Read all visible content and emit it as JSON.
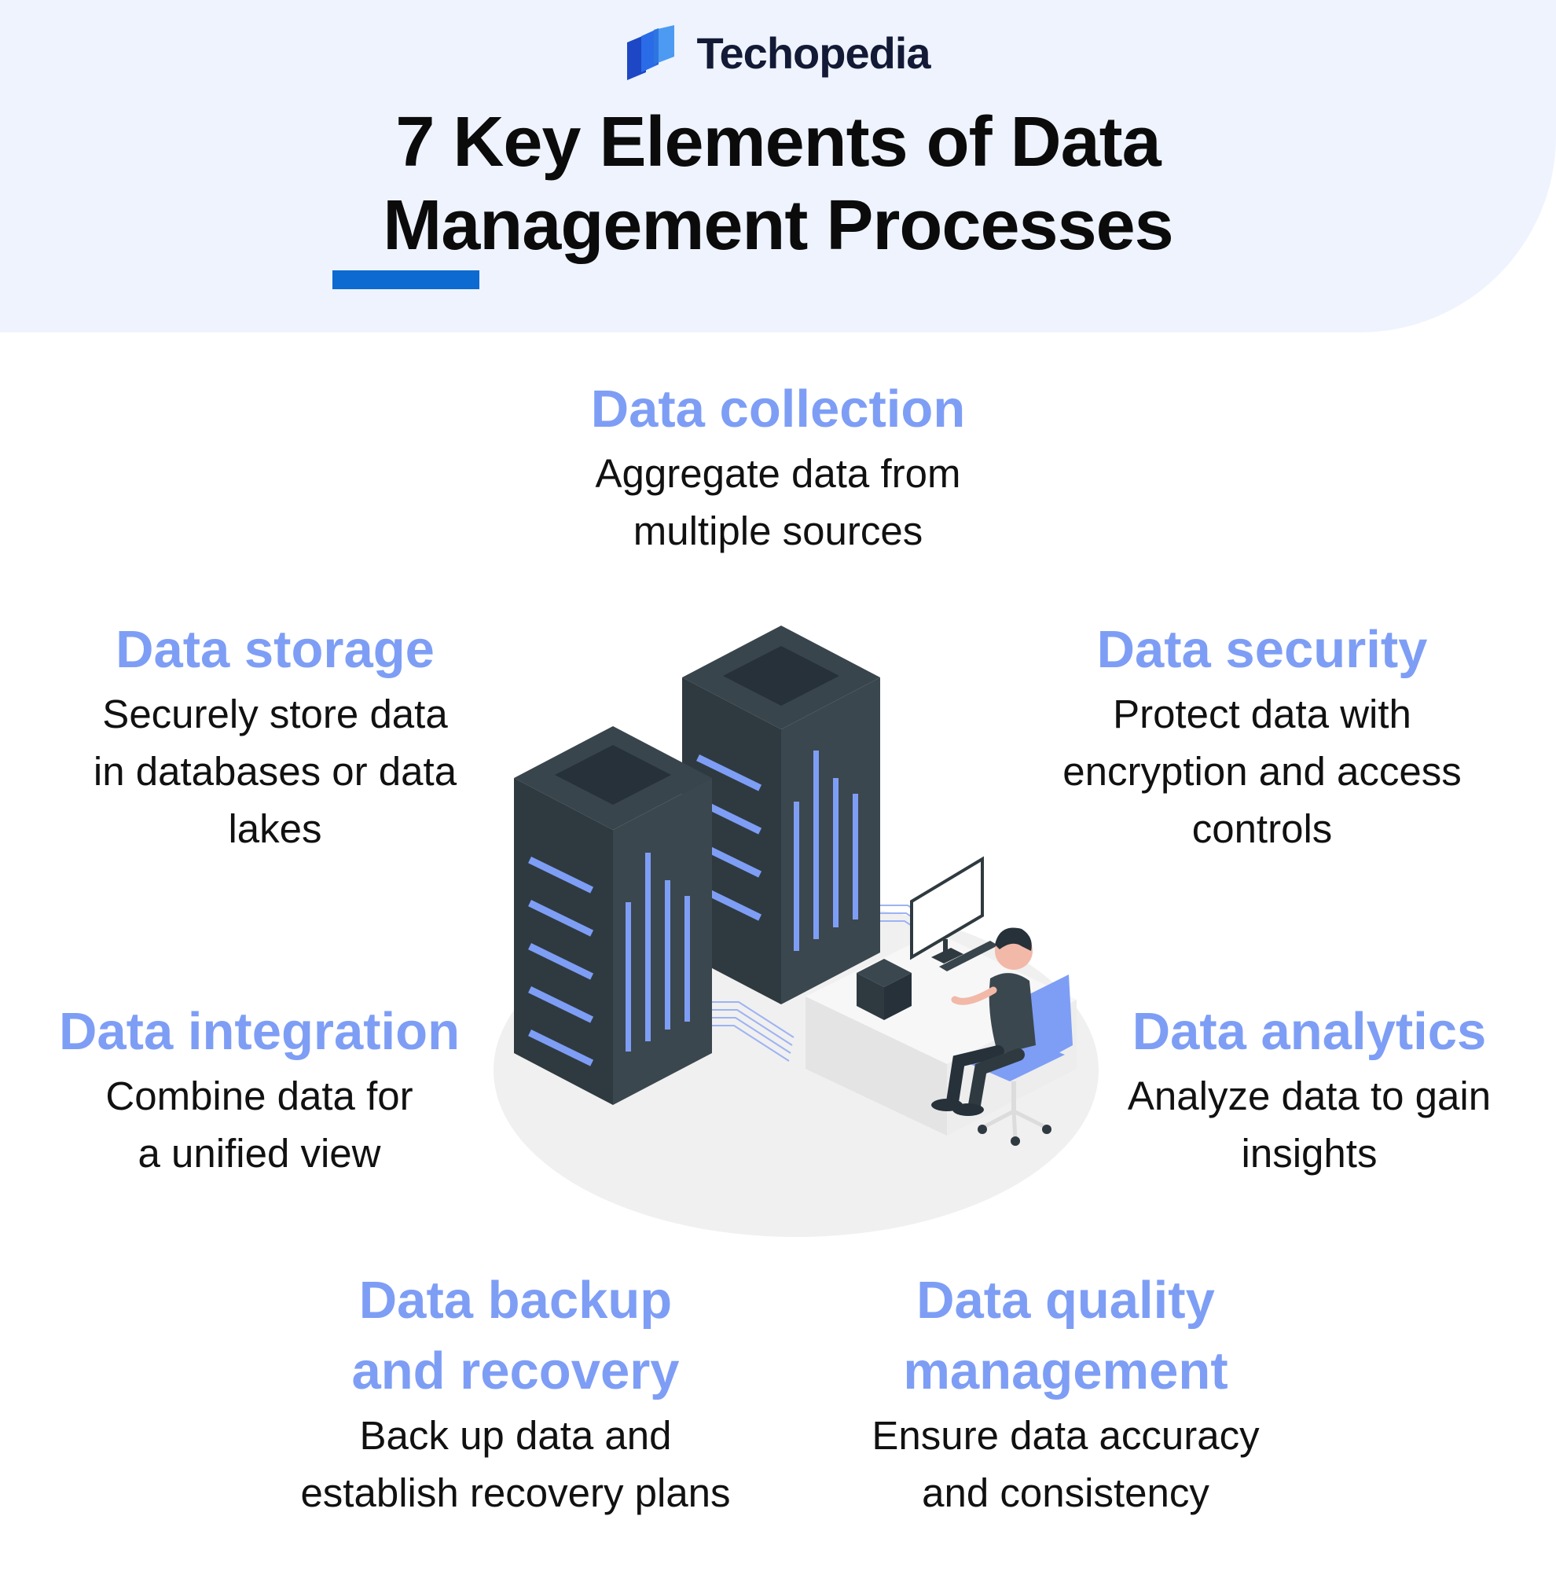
{
  "header": {
    "brand": "Techopedia",
    "title_line1": "7 Key Elements of Data",
    "title_line2": "Management Processes"
  },
  "elements": [
    {
      "id": "collection",
      "title": "Data collection",
      "desc": [
        "Aggregate data from",
        "multiple sources"
      ]
    },
    {
      "id": "storage",
      "title": "Data storage",
      "desc": [
        "Securely store data",
        "in databases or data",
        "lakes"
      ]
    },
    {
      "id": "security",
      "title": "Data security",
      "desc": [
        "Protect data with",
        "encryption and access",
        "controls"
      ]
    },
    {
      "id": "integration",
      "title": "Data integration",
      "desc": [
        "Combine data for",
        "a unified view"
      ]
    },
    {
      "id": "analytics",
      "title": "Data analytics",
      "desc": [
        "Analyze data to gain",
        "insights"
      ]
    },
    {
      "id": "backup",
      "title": [
        "Data backup",
        "and recovery"
      ],
      "desc": [
        "Back up data and",
        "establish recovery plans"
      ]
    },
    {
      "id": "quality",
      "title": [
        "Data quality",
        "management"
      ],
      "desc": [
        "Ensure data accuracy",
        "and consistency"
      ]
    }
  ],
  "colors": {
    "header_bg": "#eef3fd",
    "accent_blue": "#0d6ad0",
    "element_title": "#7e9ef5",
    "server_dark": "#2f3a40",
    "server_stripe": "#7e9ef5"
  },
  "icons": [
    "techopedia-logo-icon",
    "server-rack-icon",
    "desk-worker-icon"
  ]
}
